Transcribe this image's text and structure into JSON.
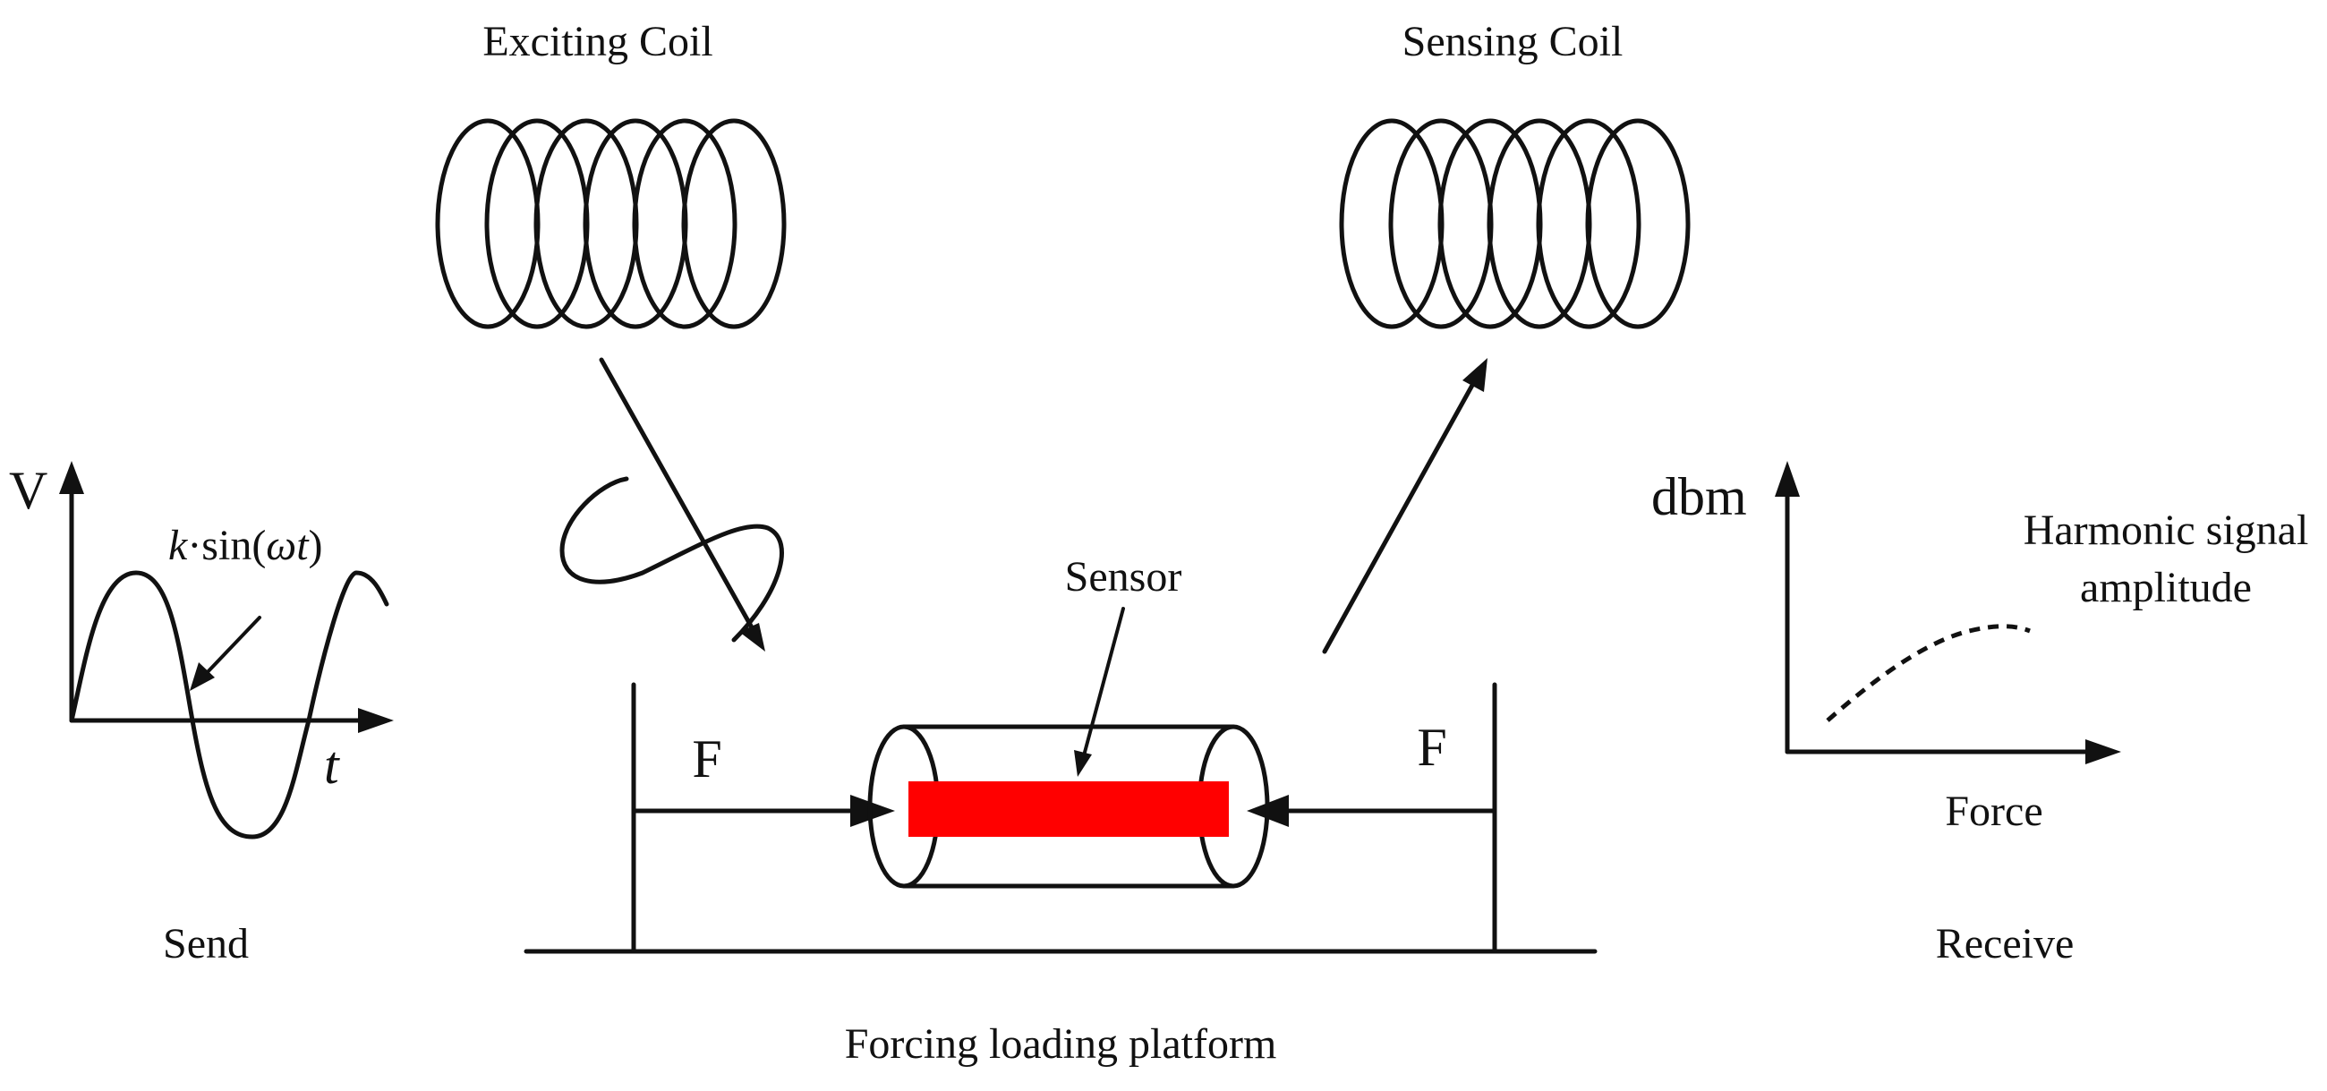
{
  "labels": {
    "exciting_coil": "Exciting Coil",
    "sensing_coil": "Sensing Coil",
    "sensor": "Sensor",
    "force_left": "F",
    "force_right": "F",
    "send": "Send",
    "receive": "Receive",
    "platform": "Forcing loading platform",
    "v_axis": "V",
    "t_axis": "t",
    "wave_k": "k",
    "wave_expr_a": "·sin(",
    "wave_omega_t": "ωt",
    "wave_expr_b": ")",
    "dbm_axis": "dbm",
    "force_axis": "Force",
    "harmonic_line1": "Harmonic signal",
    "harmonic_line2": "amplitude"
  },
  "colors": {
    "sensor_bar": "#ff0000",
    "line": "#111111"
  }
}
